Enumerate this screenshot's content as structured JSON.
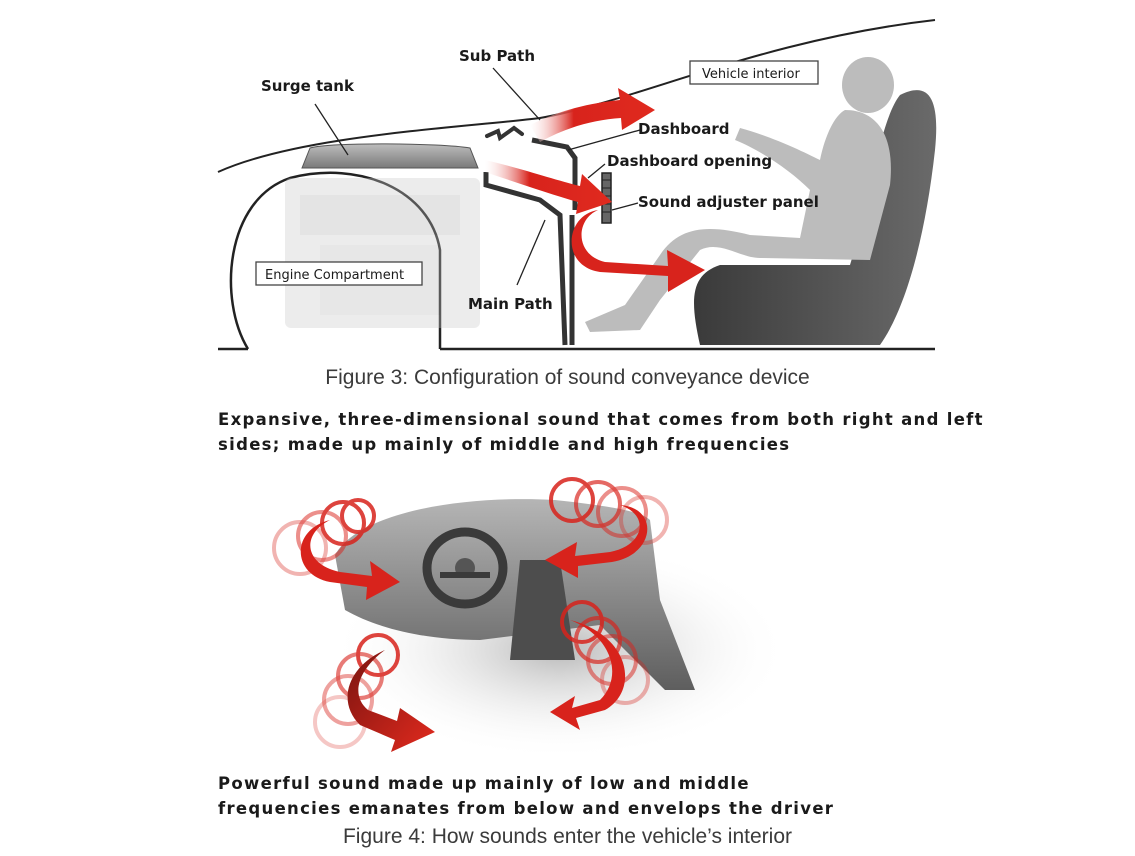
{
  "figure3": {
    "labels": {
      "surge_tank": "Surge tank",
      "sub_path": "Sub Path",
      "vehicle_interior": "Vehicle interior",
      "dashboard": "Dashboard",
      "dashboard_opening": "Dashboard opening",
      "sound_adjuster_panel": "Sound adjuster panel",
      "engine_compartment": "Engine Compartment",
      "main_path": "Main Path"
    },
    "caption": "Figure 3: Configuration of sound conveyance device"
  },
  "figure4": {
    "top_text_line1": "Expansive, three-dimensional sound that comes from both right and left",
    "top_text_line2": "sides; made up mainly of middle and high frequencies",
    "bottom_text_line1": "Powerful sound made up mainly of low and middle",
    "bottom_text_line2": "frequencies emanates from below and envelops the driver",
    "caption": "Figure 4: How sounds enter the vehicle’s interior"
  },
  "colors": {
    "arrow_red": "#d8231c",
    "silhouette_gray": "#b8b8b8",
    "dark_gray": "#4a4a4a"
  }
}
